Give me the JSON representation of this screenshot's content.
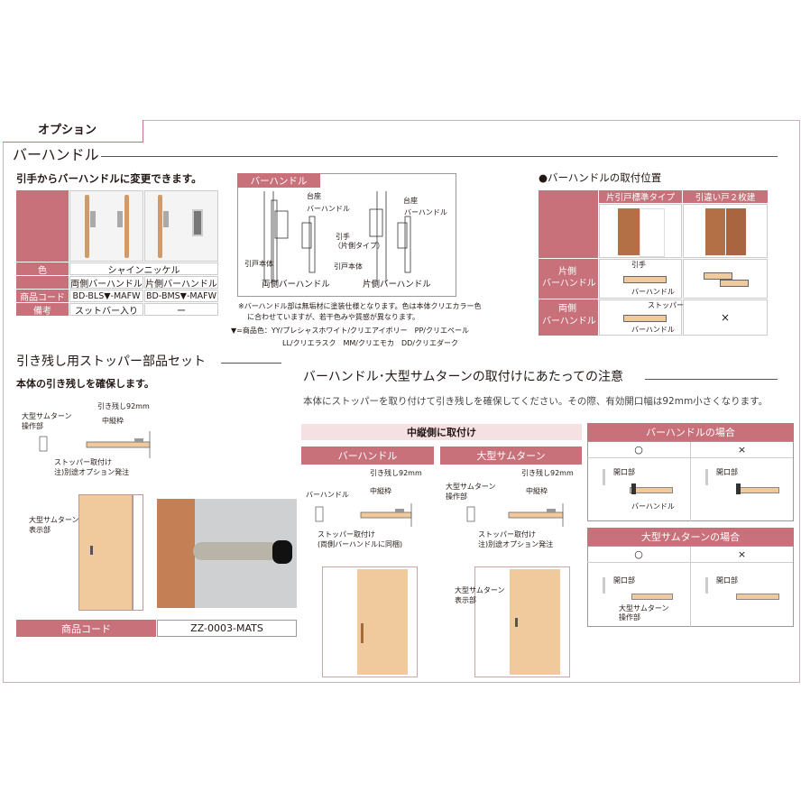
{
  "header": {
    "option_tab": "オプション"
  },
  "bar_handle": {
    "title": "バーハンドル",
    "subtitle": "引手からバーハンドルに変更できます。",
    "table": {
      "color_label": "色",
      "color_value": "シャインニッケル",
      "type_both": "両側バーハンドル",
      "type_single": "片側バーハンドル",
      "code_label": "商品コード",
      "code_both": "BD-BLS▼-MAFW",
      "code_single": "BD-BMS▼-MAFW",
      "note_label": "備考",
      "note_both": "スットバー入り",
      "note_single": "ー"
    },
    "diagram": {
      "tag": "バーハンドル",
      "dai": "台座",
      "barhandle": "バーハンドル",
      "hikite": "引手",
      "katagawa_type": "（片側タイプ）",
      "hikido": "引戸本体",
      "ryogawa_caption": "両側バーハンドル",
      "katagawa_caption": "片側バーハンドル"
    },
    "notes": [
      "※バーハンドル部は無垢材に塗装仕様となります。色は本体クリエカラー色",
      "に合わせていますが、若干色みや質感が異なります。",
      "▼=商品色：YY/プレシャスホワイト/クリエアイボリー　PP/クリエペール",
      "LL/クリエラスク　MM/クリエモカ　DD/クリエダーク"
    ]
  },
  "position": {
    "title": "●バーハンドルの取付位置",
    "col1": "片引戸標準タイプ",
    "col2": "引違い戸２枚建",
    "row_single": [
      "片側",
      "バーハンドル"
    ],
    "row_both": [
      "両側",
      "バーハンドル"
    ],
    "lbl_hikite": "引手",
    "lbl_barhandle": "バーハンドル",
    "lbl_stopper": "ストッパー",
    "cross": "×"
  },
  "stopper": {
    "title": "引き残し用ストッパー部品セット",
    "subtitle": "本体の引き残しを確保します。",
    "lbl_thumb_op": [
      "大型サムターン",
      "操作部"
    ],
    "lbl_92": "引き残し92mm",
    "lbl_frame": "中縦枠",
    "lbl_stopper_attach": "ストッパー取付け",
    "lbl_separate": "注)別途オプション発注",
    "lbl_thumb_disp": [
      "大型サムターン",
      "表示部"
    ],
    "code_label": "商品コード",
    "code_value": "ZZ-0003-MATS"
  },
  "caution": {
    "title": "バーハンドル･大型サムターンの取付けにあたっての注意",
    "text": "本体にストッパーを取り付けて引き残しを確保してください。その際、有効開口幅は92mm小さくなります。",
    "center_band": "中縦側に取付け",
    "bar_tab": "バーハンドル",
    "thumb_tab": "大型サムターン",
    "lbl_barhandle": "バーハンドル",
    "lbl_92": "引き残し92mm",
    "lbl_frame": "中縦枠",
    "lbl_stopper_both": "ストッパー取付け",
    "lbl_stopper_both2": "(両側バーハンドルに同梱)",
    "lbl_thumb_op": [
      "大型サムターン",
      "操作部"
    ],
    "lbl_stopper_attach": "ストッパー取付け",
    "lbl_separate": "注)別途オプション発注",
    "lbl_thumb_disp": [
      "大型サムターン",
      "表示部"
    ]
  },
  "cases": {
    "bar_case": "バーハンドルの場合",
    "thumb_case": "大型サムターンの場合",
    "ok": "○",
    "ng": "×",
    "opening": "開口部",
    "barhandle": "バーハンドル",
    "thumb_op": [
      "大型サムターン",
      "操作部"
    ]
  },
  "colors": {
    "accent": "#c9717a",
    "accent_light": "#f6e1e2",
    "wood": "#b36f45",
    "door": "#f0c99c"
  }
}
